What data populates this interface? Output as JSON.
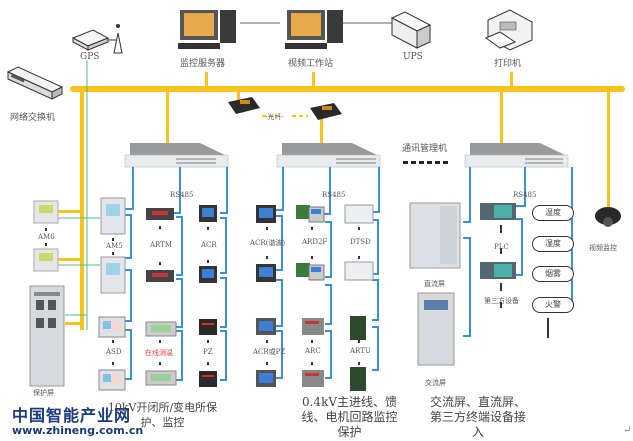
{
  "diagram": {
    "top_devices": [
      {
        "id": "gps",
        "label": "GPS"
      },
      {
        "id": "monitor-server",
        "label": "监控服务器"
      },
      {
        "id": "video-workstation",
        "label": "视频工作站"
      },
      {
        "id": "ups",
        "label": "UPS"
      },
      {
        "id": "printer",
        "label": "打印机"
      }
    ],
    "network_switch": {
      "label": "网络交换机"
    },
    "fiber": {
      "label": "-光纤-"
    },
    "comm_manager": {
      "label": "通讯管理机"
    },
    "rs485_labels": [
      "RS485",
      "RS485",
      "RS485"
    ],
    "video_camera": {
      "label": "视频监控"
    },
    "left_group": {
      "am6": "AM6",
      "cabinet": "保护屏",
      "am5": "AM5",
      "artm": "ARTM",
      "acr": "ACR",
      "asd": "ASD",
      "online_temp": "在线测温",
      "pz": "PZ",
      "caption": "10kV开闭所/变电所保护、监控"
    },
    "middle_group": {
      "acr_harmonic": "ACR(谐波)",
      "ard2f": "ARD2F",
      "dtsd": "DTSD",
      "acr_pz": "ACR或PZ",
      "arc": "ARC",
      "artu": "ARTU",
      "caption_lines": [
        "0.4kV主进线、馈",
        "线、电机回路监控",
        "保护"
      ]
    },
    "right_group": {
      "dc_panel": "直流屏",
      "ac_panel": "交流屏",
      "plc": "PLC",
      "third_party": "第三方设备",
      "sensors": [
        "温度",
        "湿度",
        "烟雾",
        "火警"
      ],
      "caption_lines": [
        "交流屏、直流屏、",
        "第三方终端设备接",
        "入"
      ]
    },
    "colors": {
      "ethernet_bus": "#f7c31c",
      "rs485_line": "#3c8fd4",
      "gps_line": "#4cc07a"
    }
  },
  "watermark": {
    "title": "中国智能产业网",
    "url": "www.zhineng.com.cn"
  },
  "return_mark": "↵"
}
